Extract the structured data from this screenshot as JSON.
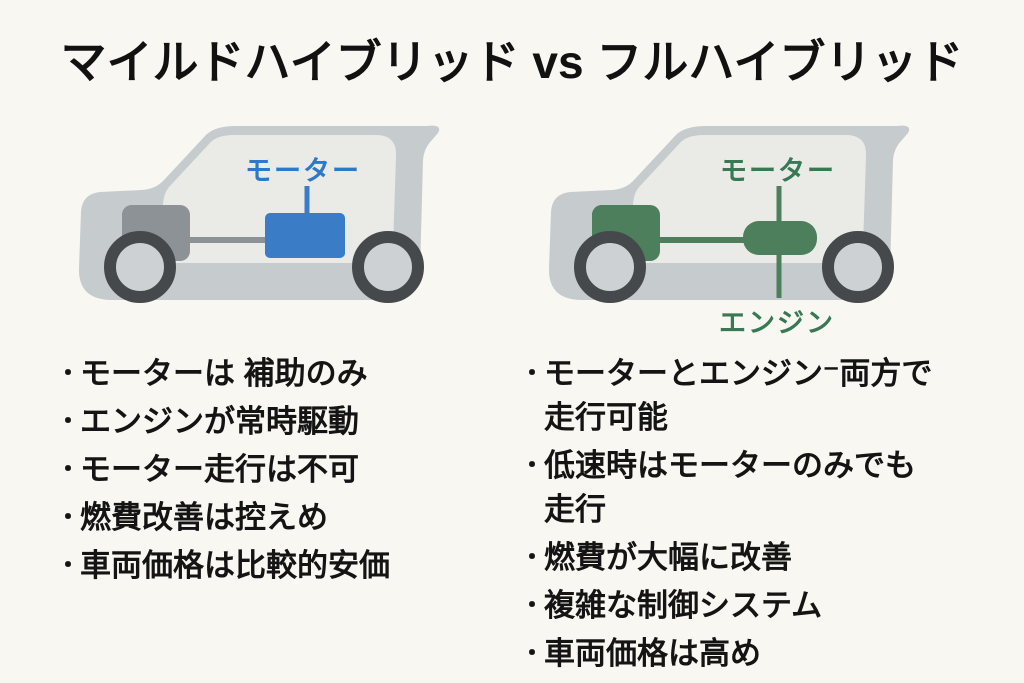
{
  "title": "マイルドハイブリッド vs フルハイブリッド",
  "bullet": "・",
  "colors": {
    "mild_accent": "#3a7cc5",
    "mild_label": "#2d79c8",
    "full_accent": "#4d7f5c",
    "full_label": "#367953"
  },
  "mild": {
    "motor_label": "モーター",
    "points": [
      "モーターは 補助のみ",
      "エンジンが常時駆動",
      "モーター走行は不可",
      "燃費改善は控えめ",
      "車両価格は比較的安価"
    ]
  },
  "full": {
    "motor_label": "モーター",
    "engine_label": "エンジン",
    "points": [
      "モーターとエンジン⁻両方で\n走行可能",
      "低速時はモーターのみでも\n走行",
      "燃費が大幅に改善",
      "複雑な制御システム",
      "車両価格は高め"
    ]
  }
}
